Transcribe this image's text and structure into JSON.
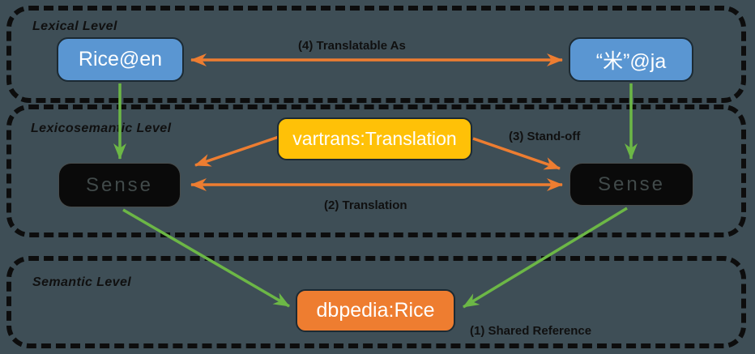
{
  "diagram": {
    "levels": [
      {
        "id": "lexical",
        "label": "Lexical Level"
      },
      {
        "id": "lexicosemantic",
        "label": "Lexicosemantic Level"
      },
      {
        "id": "semantic",
        "label": "Semantic Level"
      }
    ],
    "nodes": {
      "rice_en": {
        "label": "Rice@en",
        "type": "lexical-entry"
      },
      "kome_ja": {
        "label": "“米”@ja",
        "type": "lexical-entry"
      },
      "vartrans": {
        "label": "vartrans:Translation",
        "type": "relation"
      },
      "sense_left": {
        "label": "Sense",
        "type": "sense"
      },
      "sense_right": {
        "label": "Sense",
        "type": "sense"
      },
      "dbpedia": {
        "label": "dbpedia:Rice",
        "type": "concept"
      }
    },
    "edge_labels": {
      "translatable_as": "(4) Translatable As",
      "stand_off": "(3) Stand-off",
      "translation": "(2) Translation",
      "shared_reference": "(1) Shared Reference"
    },
    "colors": {
      "background": "#3e4e56",
      "lexical_entry": "#5a96d2",
      "relation": "#ffc107",
      "concept": "#ee7d30",
      "sense_fill": "#0a0a0a",
      "sense_text": "#414a4a",
      "translation_edge": "#ed7d31",
      "reference_edge": "#6cb746",
      "outline": "#0d0d0d",
      "node_text": "#ffffff"
    }
  }
}
